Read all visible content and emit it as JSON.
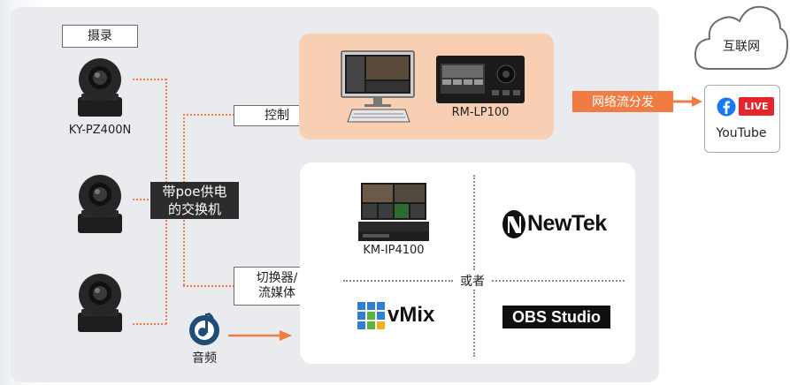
{
  "labels": {
    "capture": "摄录",
    "camera_model": "KY-PZ400N",
    "control": "控制",
    "switch": "带poe供电\n的交换机",
    "switcher": "切换器/\n流媒体",
    "audio": "音频",
    "stream": "网络流分发",
    "internet": "互联网",
    "or": "或者"
  },
  "devices": {
    "controller_model": "RM-LP100",
    "switcher_model": "KM-IP4100"
  },
  "logos": {
    "newtek": "NewTek",
    "vmix": "vMix",
    "obs": "OBS Studio",
    "live": "LIVE",
    "youtube": "YouTube"
  },
  "colors": {
    "accent": "#f07b43",
    "panel_bg": "#e9ebee",
    "control_panel": "#f9cfb4",
    "dark_label": "#2c2c2c",
    "facebook": "#1877f2",
    "live_red": "#e4252b"
  },
  "icons": [
    "ptz-camera-icon",
    "monitor-icon",
    "keyboard-icon",
    "controller-icon",
    "switcher-device-icon",
    "audio-note-icon",
    "cloud-icon",
    "facebook-icon"
  ]
}
